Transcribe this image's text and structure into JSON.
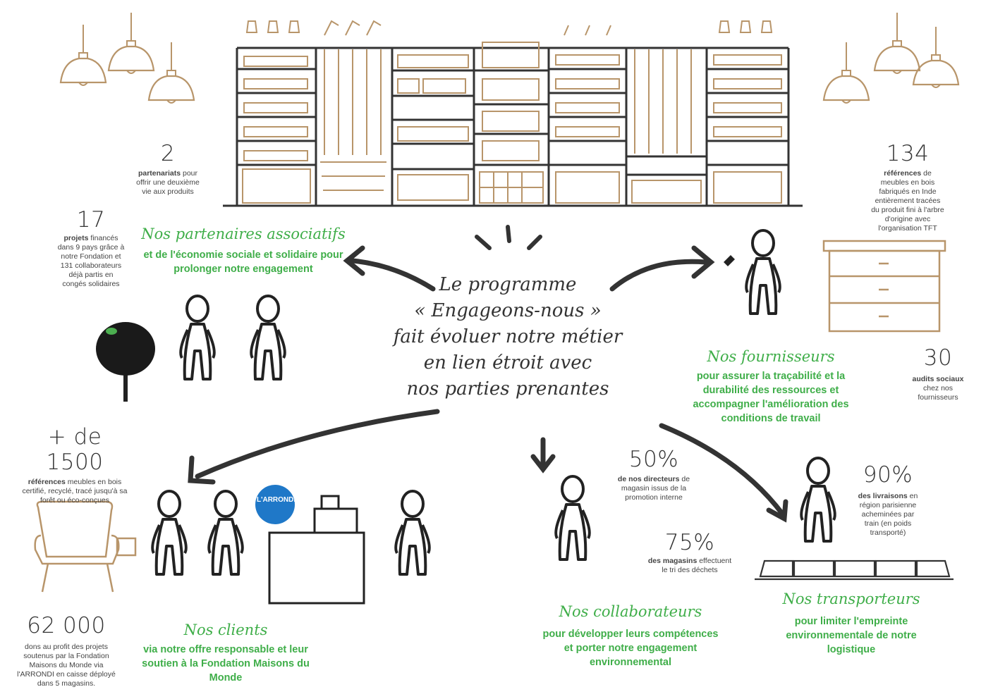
{
  "center": {
    "lines": [
      "Le programme",
      "« Engageons-nous »",
      "fait évoluer notre métier",
      "en lien étroit avec",
      "nos parties prenantes"
    ]
  },
  "stats": {
    "s2": {
      "num": "2",
      "bold": "partenariats",
      "rest": " pour offrir une deuxième vie aux produits"
    },
    "s17": {
      "num": "17",
      "bold": "projets",
      "rest": " financés dans 9 pays grâce à notre Fondation et 131 collaborateurs déjà partis en congés solidaires"
    },
    "s134": {
      "num": "134",
      "bold": "références",
      "rest": " de meubles en bois fabriqués en Inde entièrement tracées du produit fini à l'arbre d'origine avec l'organisation TFT"
    },
    "s30": {
      "num": "30",
      "bold": "audits sociaux",
      "rest": " chez nos fournisseurs"
    },
    "s1500": {
      "num": "+ de 1500",
      "bold": "références",
      "rest": " meubles en bois certifié, recyclé, tracé jusqu'à sa forêt ou éco-conçues"
    },
    "s62000": {
      "num": "62 000",
      "bold": "",
      "rest": "dons au profit des projets soutenus par la Fondation Maisons du Monde via l'ARRONDI en caisse déployé dans 5 magasins."
    },
    "s50": {
      "num": "50%",
      "bold": "de nos directeurs",
      "rest": " de magasin issus de la promotion interne"
    },
    "s75": {
      "num": "75%",
      "bold": "des magasins",
      "rest": " effectuent le tri des déchets"
    },
    "s90": {
      "num": "90%",
      "bold": "des livraisons",
      "rest": " en région parisienne acheminées par train (en poids transporté)"
    }
  },
  "groups": {
    "partenaires": {
      "title": "Nos partenaires associatifs",
      "text": "et de l'économie sociale et solidaire pour prolonger notre engagement"
    },
    "fournisseurs": {
      "title": "Nos fournisseurs",
      "text": "pour assurer la traçabilité et la durabilité des ressources et accompagner l'amélioration des conditions de travail"
    },
    "clients": {
      "title": "Nos clients",
      "text": "via notre offre responsable et leur soutien à la Fondation Maisons du Monde"
    },
    "collaborateurs": {
      "title": "Nos collaborateurs",
      "text": "pour développer leurs compétences et porter notre engagement environnemental"
    },
    "transporteurs": {
      "title": "Nos transporteurs",
      "text": "pour limiter l'empreinte environnementale de notre logistique"
    }
  },
  "logo": {
    "text": "L'ARRONDI"
  },
  "colors": {
    "green": "#3fae49",
    "brown": "#b8956a",
    "ink": "#333333",
    "blue": "#1f78c8"
  },
  "icons": [
    "pendant-lamp-icon",
    "shelf-illustration",
    "tree-icon",
    "armchair-icon",
    "dresser-icon",
    "cash-register-icon",
    "train-icon",
    "stick-figure-icon",
    "arrow-icon"
  ]
}
